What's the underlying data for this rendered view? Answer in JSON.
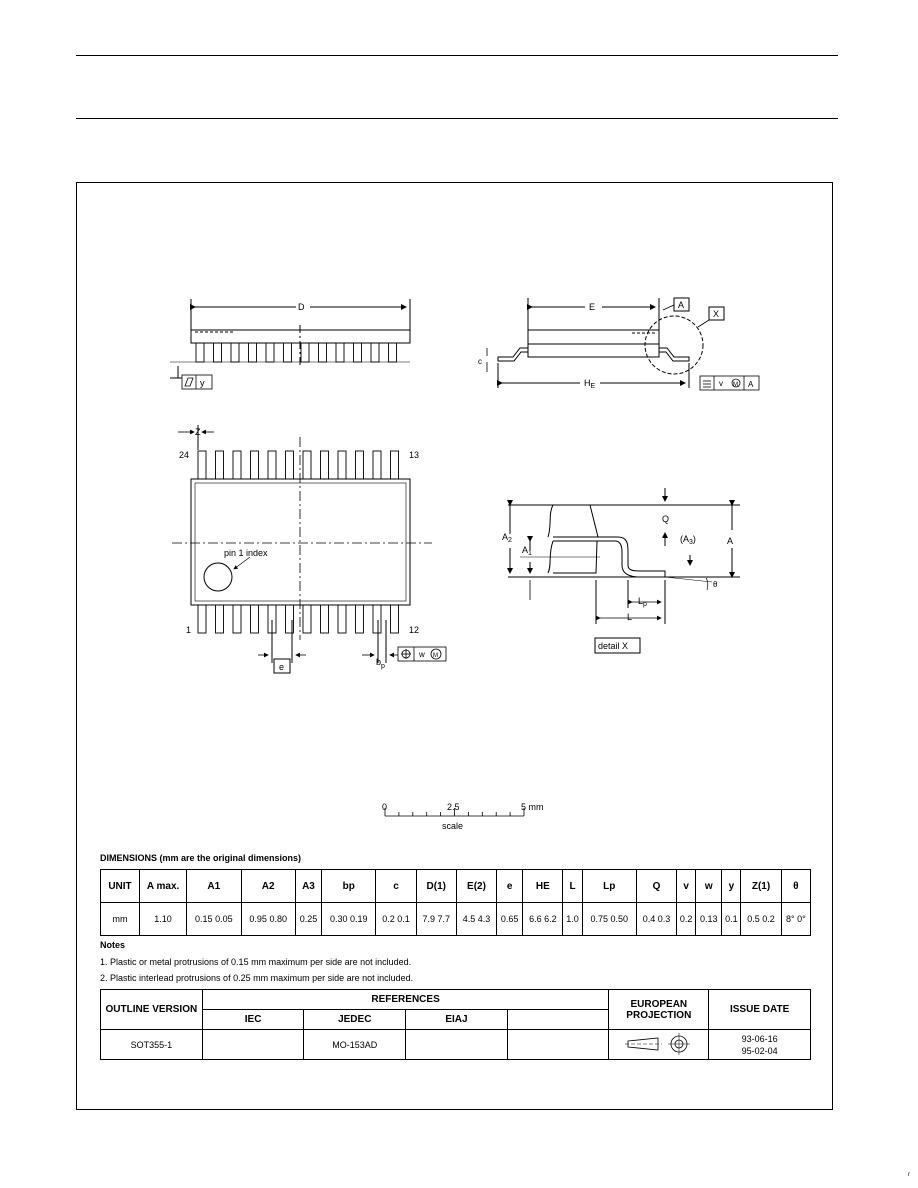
{
  "drawing": {
    "label_D": "D",
    "label_E": "E",
    "label_A_box": "A",
    "label_X_box": "X",
    "label_c": "c",
    "label_y": "y",
    "label_HE": "H",
    "label_HE_sub": "E",
    "label_v": "v",
    "label_M": "M",
    "label_A_ref": "A",
    "label_Z": "Z",
    "pin_24": "24",
    "pin_13": "13",
    "pin_1": "1",
    "pin_12": "12",
    "pin1_index": "pin 1 index",
    "label_e": "e",
    "label_bp": "b",
    "label_bp_sub": "p",
    "label_w": "w",
    "label_Q": "Q",
    "label_A2": "A",
    "label_A2_sub": "2",
    "label_A1": "A",
    "label_A1_sub": "1",
    "label_A3": "(A",
    "label_A3_sub": "3",
    "label_A3_close": ")",
    "label_A": "A",
    "label_theta": "θ",
    "label_Lp": "L",
    "label_Lp_sub": "p",
    "label_L": "L",
    "detail_x": "detail X",
    "scale_0": "0",
    "scale_25": "2.5",
    "scale_5": "5 mm",
    "scale_label": "scale"
  },
  "dimensions": {
    "title": "DIMENSIONS (mm are the original dimensions)",
    "headers": [
      "UNIT",
      "A max.",
      "A1",
      "A2",
      "A3",
      "bp",
      "c",
      "D(1)",
      "E(2)",
      "e",
      "HE",
      "L",
      "Lp",
      "Q",
      "v",
      "w",
      "y",
      "Z(1)",
      "θ"
    ],
    "row_unit": "mm",
    "values": [
      "1.10",
      "0.15 0.05",
      "0.95 0.80",
      "0.25",
      "0.30 0.19",
      "0.2 0.1",
      "7.9 7.7",
      "4.5 4.3",
      "0.65",
      "6.6 6.2",
      "1.0",
      "0.75 0.50",
      "0.4 0.3",
      "0.2",
      "0.13",
      "0.1",
      "0.5 0.2",
      "8° 0°"
    ]
  },
  "notes": {
    "heading": "Notes",
    "note1": "1. Plastic or metal protrusions of 0.15 mm maximum per side are not included.",
    "note2": "2. Plastic interlead protrusions of 0.25 mm maximum per side are not included."
  },
  "references": {
    "outline_version_label": "OUTLINE VERSION",
    "references_label": "REFERENCES",
    "iec_label": "IEC",
    "jedec_label": "JEDEC",
    "eiaj_label": "EIAJ",
    "european_projection_label": "EUROPEAN PROJECTION",
    "issue_date_label": "ISSUE DATE",
    "outline_version": "SOT355-1",
    "iec": "",
    "jedec": "MO-153AD",
    "eiaj": "",
    "issue_date_1": "93-06-16",
    "issue_date_2": "95-02-04"
  },
  "corner_mark": "r"
}
